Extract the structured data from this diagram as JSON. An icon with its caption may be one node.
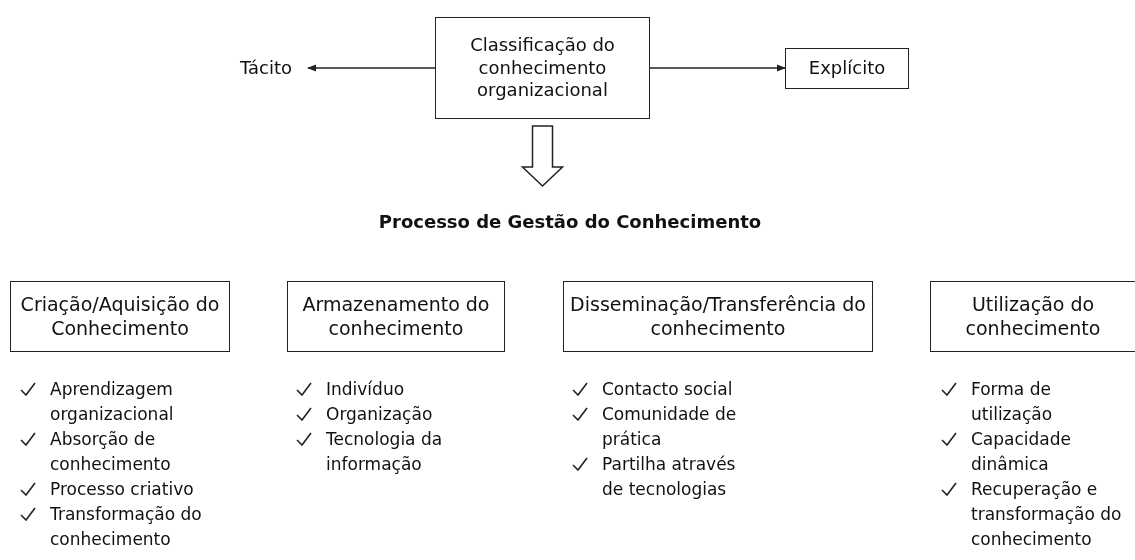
{
  "diagram": {
    "nodes": [
      {
        "text": [
          "Tácito"
        ]
      },
      {
        "text": [
          "Classificação do conhecimento organizacional"
        ]
      },
      {
        "text": [
          "Explícito"
        ]
      },
      {
        "text": [
          "Processo de Gestão do Conhecimento"
        ]
      },
      {
        "text": [
          "Criação/Aquisição do Conhecimento"
        ],
        "beside": [
          "Aprendizagem organizacional",
          "Absorção de conhecimento",
          "Processo criativo",
          "Transformação do conhecimento"
        ]
      },
      {
        "text": [
          "Armazenamento do conhecimento"
        ],
        "beside": [
          "Indivíduo",
          "Organização",
          "Tecnologia da informação"
        ]
      },
      {
        "text": [
          "Disseminação/Transferência do conhecimento"
        ],
        "beside": [
          "Contacto social",
          "Comunidade de prática",
          "Partilha através de tecnologias"
        ]
      },
      {
        "text": [
          "Utilização do conhecimento"
        ],
        "beside": [
          "Forma de utilização",
          "Capacidade dinâmica",
          "Recuperação e transformação do conhecimento"
        ]
      }
    ],
    "edges": [
      {
        "from": 1,
        "to": 0,
        "arrow": "to"
      },
      {
        "from": 1,
        "to": 2,
        "arrow": "to"
      },
      {
        "from": 1,
        "to": 3,
        "arrow": "to",
        "style": "thick"
      }
    ]
  }
}
